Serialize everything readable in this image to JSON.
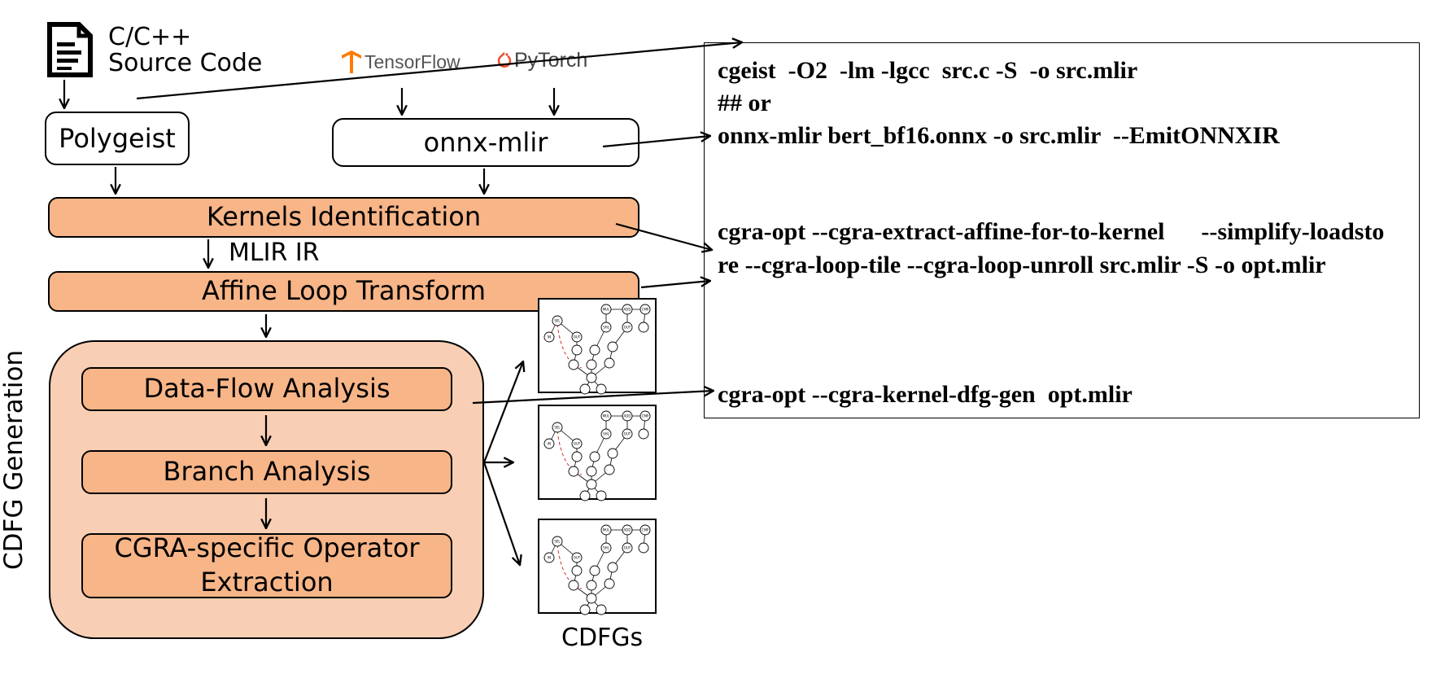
{
  "source": {
    "line1": "C/C++",
    "line2": "Source Code",
    "icon": "document-icon"
  },
  "frameworks": {
    "tensorflow": "TensorFlow",
    "pytorch": "PyTorch"
  },
  "nodes": {
    "polygeist": "Polygeist",
    "onnx_mlir": "onnx-mlir",
    "kernels": "Kernels Identification",
    "mlir_ir": "MLIR IR",
    "affine": "Affine Loop Transform",
    "group_label": "CDFG Generation",
    "dataflow": "Data-Flow Analysis",
    "branch": "Branch Analysis",
    "cgra_op_line1": "CGRA-specific Operator",
    "cgra_op_line2": "Extraction",
    "cdfgs": "CDFGs"
  },
  "commands": {
    "cgeist": "cgeist  -O2  -lm -lgcc  src.c -S  -o src.mlir",
    "or": "## or",
    "onnx": "onnx-mlir bert_bf16.onnx -o src.mlir  --EmitONNXIR",
    "opt": "cgra-opt --cgra-extract-affine-for-to-kernel      --simplify-loadstore --cgra-loop-tile --cgra-loop-unroll src.mlir -S -o opt.mlir",
    "dfg": "cgra-opt --cgra-kernel-dfg-gen  opt.mlir"
  },
  "mini_graph_labels": [
    "SEL",
    "IN",
    "OUT",
    "MUL",
    "ADD",
    "CMP",
    "SHL",
    "OUT"
  ],
  "colors": {
    "orange_fill": "#f7b588",
    "panel_fill": "#f8cfb4",
    "tf_orange": "#ff7a00",
    "pt_red": "#ee4c2c",
    "dashed_red": "#d03030"
  }
}
